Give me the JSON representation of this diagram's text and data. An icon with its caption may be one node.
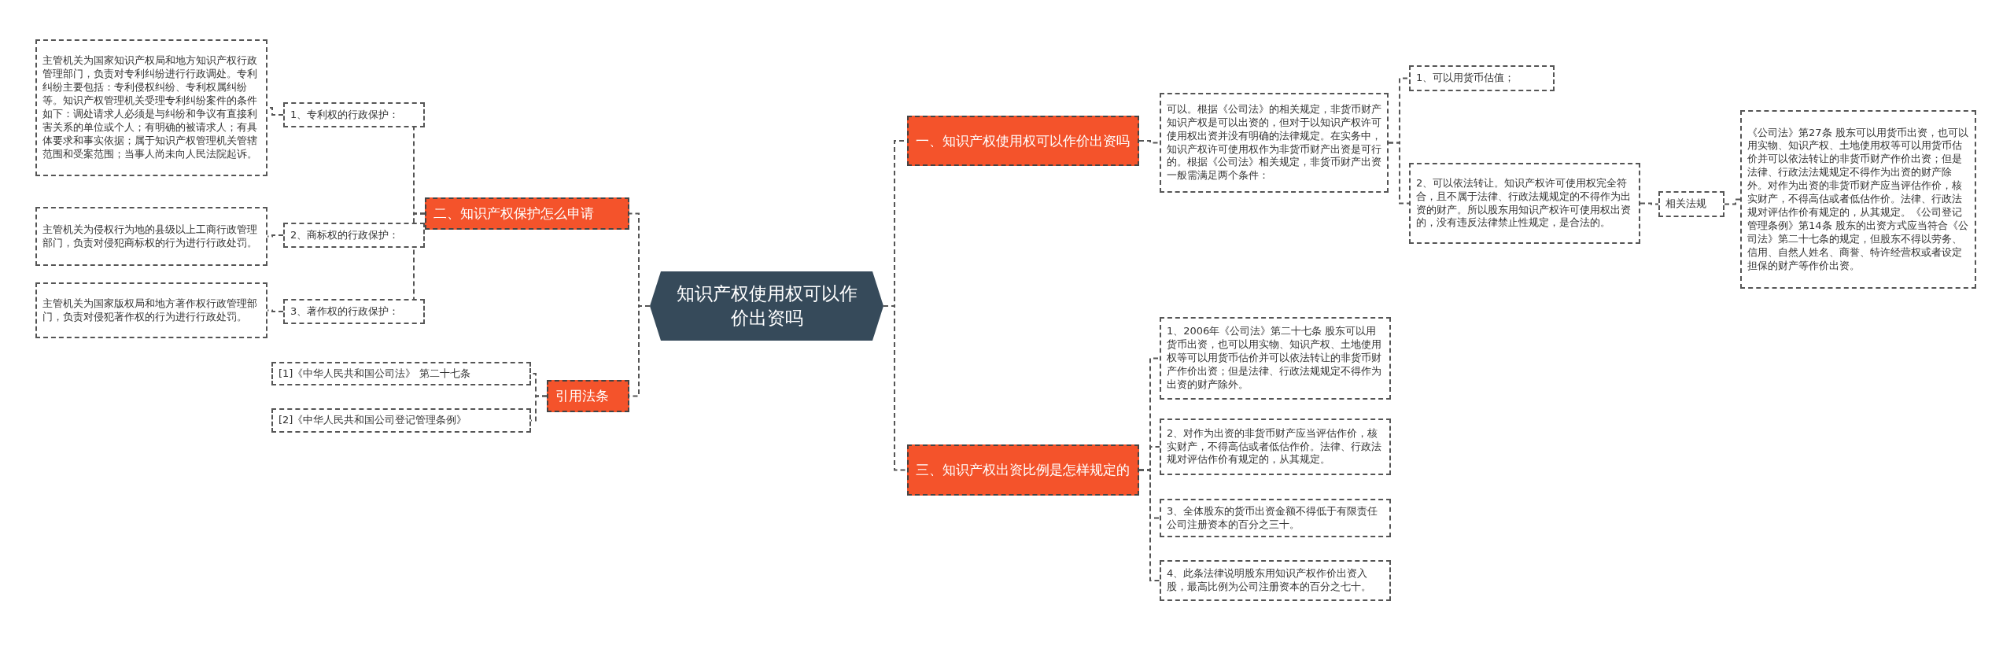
{
  "diagram": {
    "nodes": [
      {
        "text": [
          "知识产权使用权可以作价出资吗"
        ]
      },
      {
        "text": [
          "一、知识产权使用权可以作价出资吗"
        ]
      },
      {
        "text": [
          "可以。根据《公司法》的相关规定，非货币财产知识产权是可以出资的，但对于以知识产权许可使用权出资并没有明确的法律规定。在实务中，知识产权许可使用权作为非货币财产出资是可行的。根据《公司法》相关规定，非货币财产出资一般需满足两个条件："
        ]
      },
      {
        "text": [
          "1、可以用货币估值；"
        ]
      },
      {
        "text": [
          "2、可以依法转让。知识产权许可使用权完全符合，且不属于法律、行政法规规定的不得作为出资的财产。所以股东用知识产权许可使用权出资的，没有违反法律禁止性规定，是合法的。"
        ]
      },
      {
        "text": [
          "相关法规"
        ]
      },
      {
        "text": [
          "《公司法》第27条 股东可以用货币出资，也可以用实物、知识产权、土地使用权等可以用货币估价并可以依法转让的非货币财产作价出资；但是法律、行政法法规规定不得作为出资的财产除外。对作为出资的非货币财产应当评估作价，核实财产，不得高估或者低估作价。法律、行政法规对评估作价有规定的，从其规定。《公司登记管理条例》第14条 股东的出资方式应当符合《公司法》第二十七条的规定，但股东不得以劳务、信用、自然人姓名、商誉、特许经营权或者设定担保的财产等作价出资。"
        ]
      },
      {
        "text": [
          "三、知识产权出资比例是怎样规定的"
        ]
      },
      {
        "text": [
          "1、2006年《公司法》第二十七条 股东可以用货币出资，也可以用实物、知识产权、土地使用权等可以用货币估价并可以依法转让的非货币财产作价出资；但是法律、行政法规规定不得作为出资的财产除外。"
        ]
      },
      {
        "text": [
          "2、对作为出资的非货币财产应当评估作价，核实财产，不得高估或者低估作价。法律、行政法规对评估作价有规定的，从其规定。"
        ]
      },
      {
        "text": [
          "3、全体股东的货币出资金额不得低于有限责任公司注册资本的百分之三十。"
        ]
      },
      {
        "text": [
          "4、此条法律说明股东用知识产权作价出资入股，最高比例为公司注册资本的百分之七十。"
        ]
      },
      {
        "text": [
          "二、知识产权保护怎么申请"
        ]
      },
      {
        "text": [
          "1、专利权的行政保护："
        ]
      },
      {
        "text": [
          "主管机关为国家知识产权局和地方知识产权行政管理部门，负责对专利纠纷进行行政调处。专利纠纷主要包括：专利侵权纠纷、专利权属纠纷等。知识产权管理机关受理专利纠纷案件的条件如下：调处请求人必须是与纠纷和争议有直接利害关系的单位或个人；有明确的被请求人；有具体要求和事实依据；属于知识产权管理机关管辖范围和受案范围；当事人尚未向人民法院起诉。"
        ]
      },
      {
        "text": [
          "2、商标权的行政保护："
        ]
      },
      {
        "text": [
          "主管机关为侵权行为地的县级以上工商行政管理部门，负责对侵犯商标权的行为进行行政处罚。"
        ]
      },
      {
        "text": [
          "3、著作权的行政保护："
        ]
      },
      {
        "text": [
          "主管机关为国家版权局和地方著作权行政管理部门，负责对侵犯著作权的行为进行行政处罚。"
        ]
      },
      {
        "text": [
          "引用法条"
        ]
      },
      {
        "text": [
          "[1]《中华人民共和国公司法》 第二十七条"
        ]
      },
      {
        "text": [
          "[2]《中华人民共和国公司登记管理条例》"
        ]
      }
    ],
    "edges": [
      {
        "from": 0,
        "to": 1,
        "arrow": "none"
      },
      {
        "from": 1,
        "to": 2,
        "arrow": "none"
      },
      {
        "from": 2,
        "to": 3,
        "arrow": "none"
      },
      {
        "from": 2,
        "to": 4,
        "arrow": "none"
      },
      {
        "from": 4,
        "to": 5,
        "arrow": "none"
      },
      {
        "from": 5,
        "to": 6,
        "arrow": "none"
      },
      {
        "from": 0,
        "to": 7,
        "arrow": "none"
      },
      {
        "from": 7,
        "to": 8,
        "arrow": "none"
      },
      {
        "from": 7,
        "to": 9,
        "arrow": "none"
      },
      {
        "from": 7,
        "to": 10,
        "arrow": "none"
      },
      {
        "from": 7,
        "to": 11,
        "arrow": "none"
      },
      {
        "from": 0,
        "to": 12,
        "arrow": "none"
      },
      {
        "from": 12,
        "to": 13,
        "arrow": "none"
      },
      {
        "from": 13,
        "to": 14,
        "arrow": "none"
      },
      {
        "from": 12,
        "to": 15,
        "arrow": "none"
      },
      {
        "from": 15,
        "to": 16,
        "arrow": "none"
      },
      {
        "from": 12,
        "to": 17,
        "arrow": "none"
      },
      {
        "from": 17,
        "to": 18,
        "arrow": "none"
      },
      {
        "from": 0,
        "to": 19,
        "arrow": "none"
      },
      {
        "from": 19,
        "to": 20,
        "arrow": "none"
      },
      {
        "from": 19,
        "to": 21,
        "arrow": "none"
      }
    ]
  }
}
